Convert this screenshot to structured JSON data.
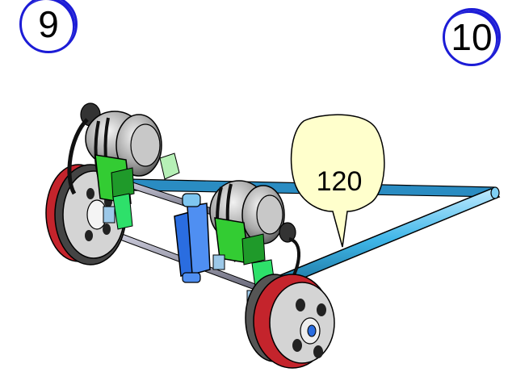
{
  "step_badges": {
    "left": "9",
    "right": "10"
  },
  "callout": {
    "label": "120",
    "fill_color": "#ffffcc"
  },
  "colors": {
    "badge_border": "#1c1cd6",
    "axle_blue": "#3fb6e8",
    "bracket_green": "#33cc33",
    "motor_gray": "#9a9a9a",
    "wheel_red": "#c4242c",
    "center_blue": "#2a6de0"
  }
}
